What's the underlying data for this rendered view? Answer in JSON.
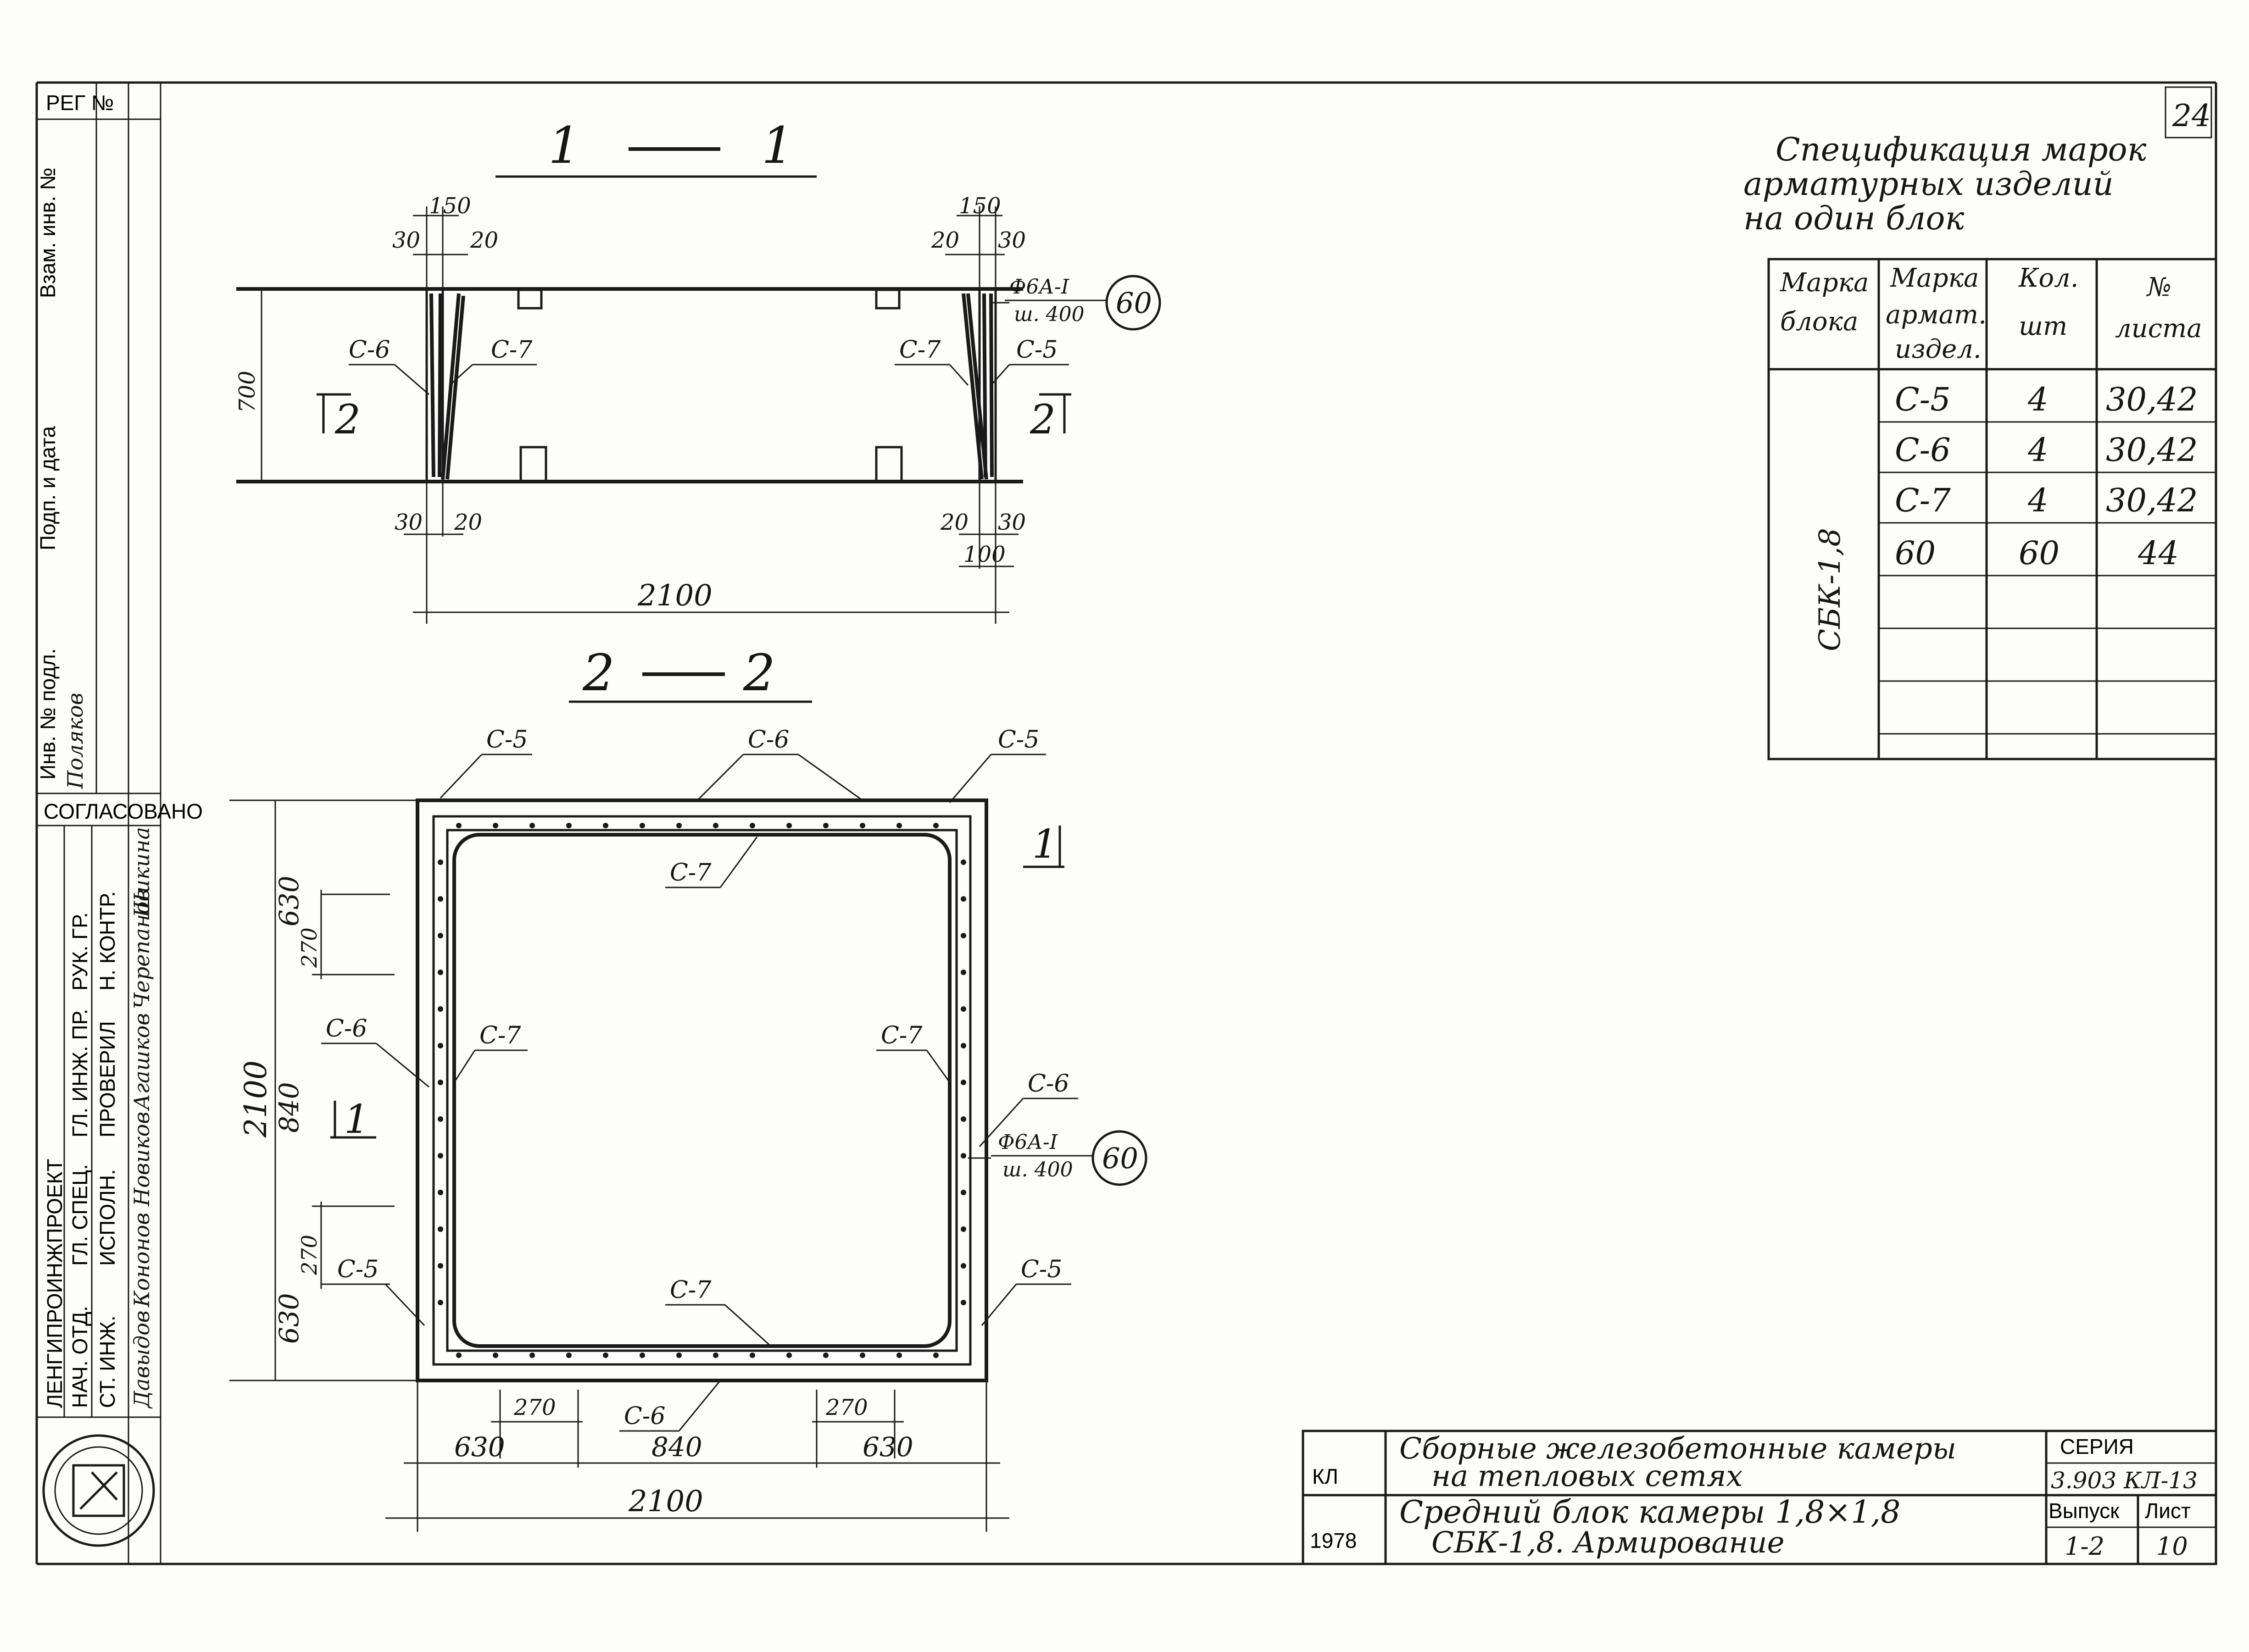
{
  "page": {
    "sheet_number": "24"
  },
  "left_strip": {
    "reg_label": "РЕГ №",
    "organization": "ЛЕНГИПРОИНЖПРОЕКТ",
    "agreed_label": "СОГЛАСОВАНО",
    "stamp_roles": [
      "НАЧ. ОТД.",
      "ГЛ. СПЕЦ.",
      "ГЛ. ИНЖ. ПР.",
      "РУК. ГР.",
      "СТ. ИНЖ.",
      "ИСПОЛН.",
      "ПРОВЕРИЛ",
      "Н. КОНТР."
    ],
    "stamp_names": [
      "Давыдов",
      "Кононов",
      "Новиков",
      "Агашков",
      "Черепанов",
      "Шикина",
      "Поляков"
    ],
    "vertical_texts": [
      "Инв. № подл.",
      "Подп. и дата",
      "Взам. инв. №"
    ]
  },
  "section_1": {
    "title_left": "1",
    "title_right": "1",
    "dim_top_left": [
      "150",
      "30",
      "20"
    ],
    "dim_top_right": [
      "150",
      "20",
      "30"
    ],
    "dim_height": "700",
    "dim_bottom_left": [
      "30",
      "20"
    ],
    "dim_bottom_right": [
      "20",
      "30",
      "100"
    ],
    "dim_total": "2100",
    "labels": [
      "С-6",
      "С-7",
      "С-7",
      "С-5"
    ],
    "section_marks": [
      "2",
      "2"
    ],
    "rebar_note": {
      "line1": "Ф6А-I",
      "line2": "ш. 400",
      "callout": "60"
    }
  },
  "section_2": {
    "title_left": "2",
    "title_right": "2",
    "labels_top": [
      "С-5",
      "С-6",
      "С-5"
    ],
    "labels_inner": [
      "С-7",
      "С-7",
      "С-7",
      "С-7"
    ],
    "labels_side": [
      "С-6",
      "С-6",
      "С-5",
      "С-5"
    ],
    "label_bottom": "С-6",
    "dims_left": [
      "630",
      "270",
      "840",
      "270",
      "630"
    ],
    "dim_left_total": "2100",
    "dims_bottom": [
      "270",
      "270",
      "630",
      "840",
      "630"
    ],
    "dim_bottom_total": "2100",
    "section_marks": [
      "1",
      "1"
    ],
    "rebar_note": {
      "line1": "Ф6А-I",
      "line2": "ш. 400",
      "callout": "60"
    }
  },
  "spec": {
    "title_lines": [
      "Спецификация марок",
      "арматурных изделий",
      "на один блок"
    ],
    "headers": [
      [
        "Марка",
        "блока"
      ],
      [
        "Марка",
        "армат.",
        "издел."
      ],
      [
        "Кол.",
        "шт"
      ],
      [
        "№",
        "листа"
      ]
    ],
    "block": "СБК-1,8",
    "rows": [
      [
        "С-5",
        "4",
        "30,42"
      ],
      [
        "С-6",
        "4",
        "30,42"
      ],
      [
        "С-7",
        "4",
        "30,42"
      ],
      [
        "60",
        "60",
        "44"
      ],
      [
        "",
        "",
        ""
      ],
      [
        "",
        "",
        ""
      ],
      [
        "",
        "",
        ""
      ]
    ]
  },
  "title_block": {
    "code": "КЛ",
    "year": "1978",
    "line1": "Сборные железобетонные камеры",
    "line2": "на тепловых сетях",
    "line3": "Средний блок камеры 1,8×1,8",
    "line4": "СБК-1,8. Армирование",
    "series_label": "СЕРИЯ",
    "series_value": "3.903 КЛ-13",
    "issue_label": "Выпуск",
    "issue_value": "1-2",
    "sheet_label": "Лист",
    "sheet_value": "10"
  }
}
